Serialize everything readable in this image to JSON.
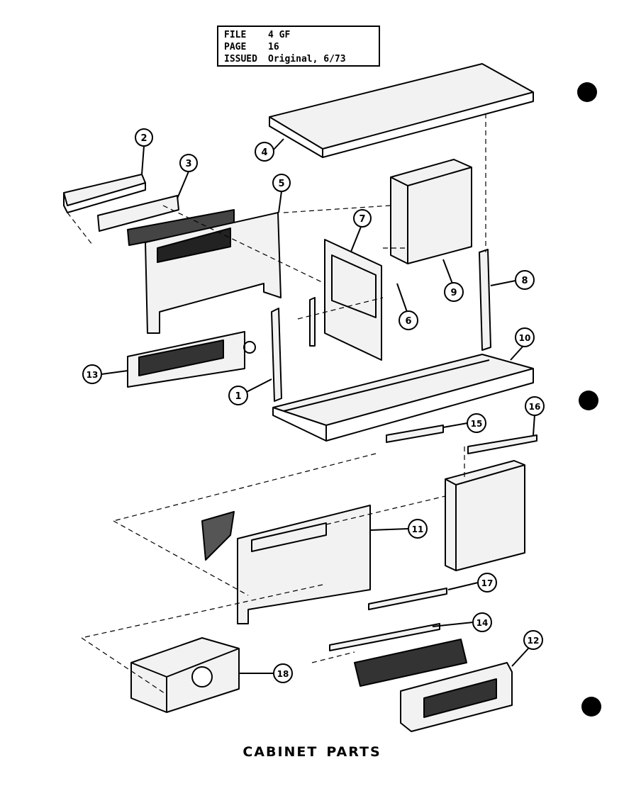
{
  "file_block": {
    "rows": [
      {
        "key": "FILE",
        "value": "4 GF"
      },
      {
        "key": "PAGE",
        "value": "16"
      },
      {
        "key": "ISSUED",
        "value": "Original, 6/73"
      }
    ]
  },
  "caption": {
    "word1": "CABINET",
    "word2": "PARTS"
  },
  "callouts": [
    "1",
    "2",
    "3",
    "4",
    "5",
    "6",
    "7",
    "8",
    "9",
    "10",
    "11",
    "12",
    "13",
    "14",
    "15",
    "16",
    "17",
    "18"
  ],
  "colors": {
    "ink": "#000000",
    "paper": "#ffffff",
    "panel": "#f2f2f2"
  }
}
